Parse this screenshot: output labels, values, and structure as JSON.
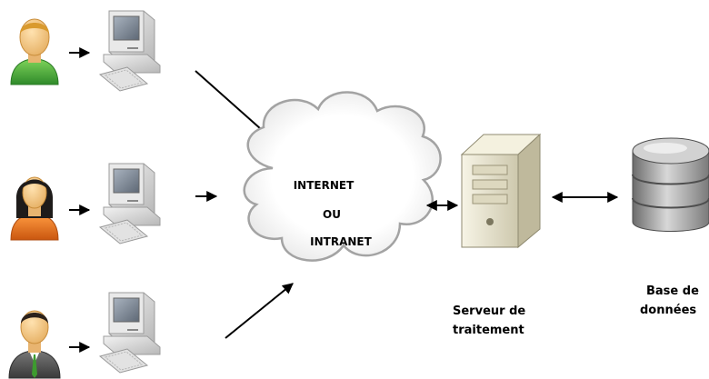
{
  "cloud": {
    "line1": "INTERNET",
    "line2": "OU",
    "line3": "INTRANET"
  },
  "server": {
    "label_line1": "Serveur de",
    "label_line2": "traitement"
  },
  "database": {
    "label_line1": "Base de",
    "label_line2": "données"
  },
  "users": [
    {
      "icon": "user-green-icon",
      "shirt_color": "#3fa83a"
    },
    {
      "icon": "user-woman-icon",
      "shirt_color": "#e57a1f"
    },
    {
      "icon": "user-businessman-icon",
      "shirt_color": "#5a5a5a"
    }
  ],
  "colors": {
    "line": "#000000",
    "cloud_stroke": "#9a9a9a",
    "computer": "#cfcfcf",
    "screen": "#7e8a98",
    "server": "#e6e2d0",
    "database": "#9a9a9a"
  }
}
